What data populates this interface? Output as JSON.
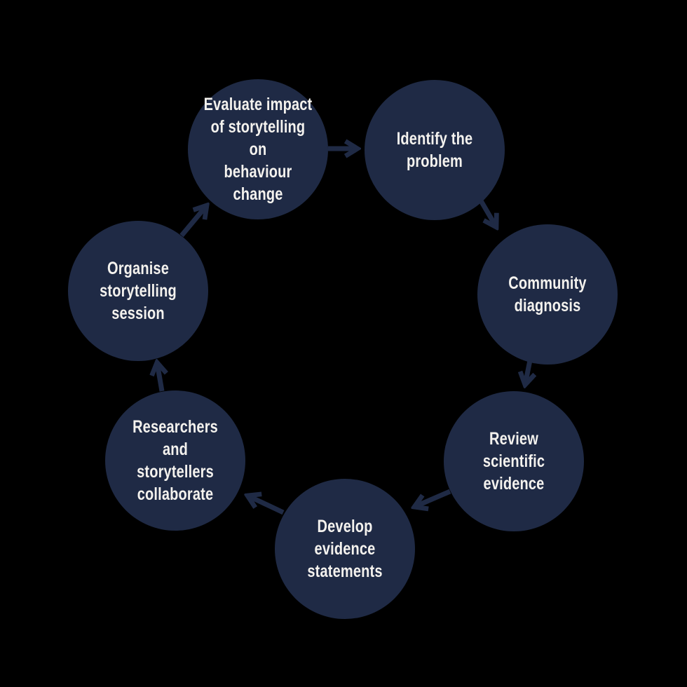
{
  "diagram": {
    "type": "cycle",
    "colors": {
      "background": "#000000",
      "circle": "#1f2a45",
      "arrow": "#1f2a45",
      "text": "#f4f2ee"
    },
    "nodes": [
      {
        "id": "evaluate-impact",
        "label": "Evaluate impact of storytelling on behaviour change",
        "text": "Evaluate impact\nof storytelling on\nbehaviour change"
      },
      {
        "id": "identify-problem",
        "label": "Identify the problem",
        "text": "Identify the\nproblem"
      },
      {
        "id": "community-diagnosis",
        "label": "Community diagnosis",
        "text": "Community\ndiagnosis"
      },
      {
        "id": "review-scientific-evidence",
        "label": "Review scientific evidence",
        "text": "Review scientific\nevidence"
      },
      {
        "id": "develop-evidence-statements",
        "label": "Develop evidence statements",
        "text": "Develop evidence\nstatements"
      },
      {
        "id": "researchers-storytellers-collaborate",
        "label": "Researchers and storytellers collaborate",
        "text": "Researchers and\nstorytellers\ncollaborate"
      },
      {
        "id": "organise-storytelling-session",
        "label": "Organise storytelling session",
        "text": "Organise\nstorytelling\nsession"
      }
    ],
    "edges": [
      {
        "from": "evaluate-impact",
        "to": "identify-problem"
      },
      {
        "from": "identify-problem",
        "to": "community-diagnosis"
      },
      {
        "from": "community-diagnosis",
        "to": "review-scientific-evidence"
      },
      {
        "from": "review-scientific-evidence",
        "to": "develop-evidence-statements"
      },
      {
        "from": "develop-evidence-statements",
        "to": "researchers-storytellers-collaborate"
      },
      {
        "from": "researchers-storytellers-collaborate",
        "to": "organise-storytelling-session"
      },
      {
        "from": "organise-storytelling-session",
        "to": "evaluate-impact"
      }
    ]
  }
}
